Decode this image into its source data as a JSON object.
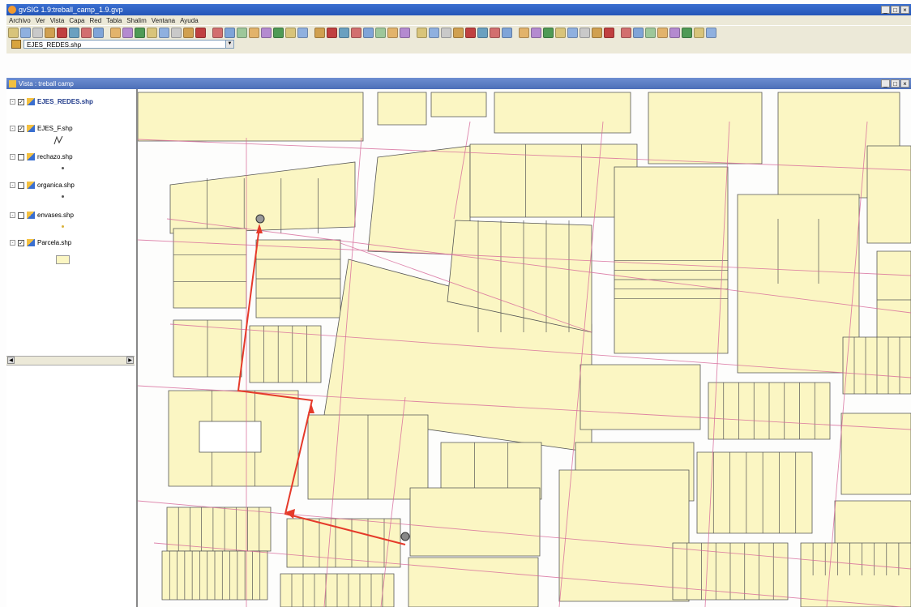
{
  "window": {
    "title": "gvSIG 1.9:treball_camp_1.9.gvp",
    "controls": [
      "_",
      "□",
      "×"
    ]
  },
  "menu": [
    "Archivo",
    "Ver",
    "Vista",
    "Capa",
    "Red",
    "Tabla",
    "Shalim",
    "Ventana",
    "Ayuda"
  ],
  "toolbar": {
    "active_layer": "EJES_REDES.shp"
  },
  "view": {
    "title": "Vista : treball camp",
    "controls": [
      "_",
      "□",
      "×"
    ]
  },
  "toc": {
    "layers": [
      {
        "name": "EJES_REDES.shp",
        "checked": true,
        "active": true
      },
      {
        "name": "EJES_F.shp",
        "checked": true,
        "active": false
      },
      {
        "name": "rechazo.shp",
        "checked": false,
        "active": false
      },
      {
        "name": "organica.shp",
        "checked": false,
        "active": false
      },
      {
        "name": "envases.shp",
        "checked": false,
        "active": false
      },
      {
        "name": "Parcela.shp",
        "checked": true,
        "active": false
      }
    ]
  },
  "colors": {
    "parcel_fill": "#fbf6c3",
    "parcel_stroke": "#555555",
    "axis_line": "#d76a9a",
    "route": "#e53a2a",
    "street": "#ffffff"
  }
}
